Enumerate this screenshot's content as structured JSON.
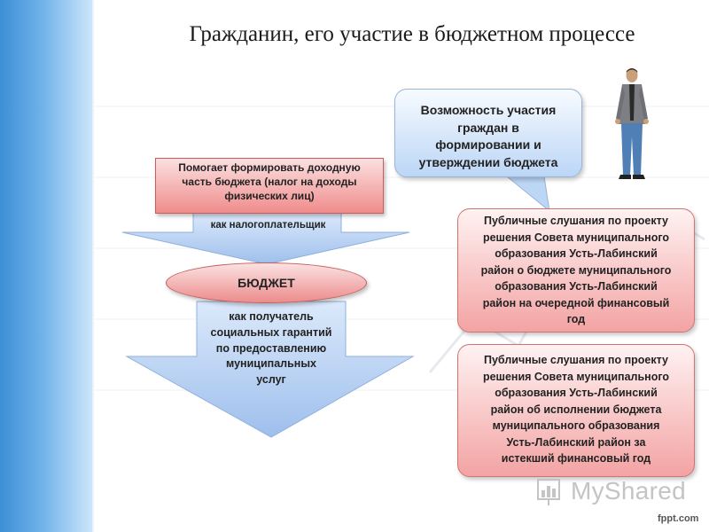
{
  "title": "Гражданин, его участие в бюджетном процессе",
  "left_flow": {
    "tax_box": {
      "lines": [
        "Помогает формировать доходную",
        "часть бюджета (налог на доходы",
        "физических лиц)"
      ]
    },
    "taxpayer_label": "как налогоплательщик",
    "budget_label": "БЮДЖЕТ",
    "recipient_label": {
      "lines": [
        "как получатель",
        "социальных гарантий",
        "по предоставлению",
        "муниципальных",
        "услуг"
      ]
    }
  },
  "callout": {
    "lines": [
      "Возможность участия",
      "граждан в",
      "формировании и",
      "утверждении бюджета"
    ]
  },
  "hearings": [
    {
      "lines": [
        "Публичные слушания по проекту",
        "решения  Совета муниципального",
        "образования Усть-Лабинский",
        "район о бюджете муниципального",
        "образования Усть-Лабинский",
        "район на очередной финансовый",
        "год"
      ]
    },
    {
      "lines": [
        "Публичные слушания по проекту",
        "решения Совета муниципального",
        "образования Усть-Лабинский",
        "район об исполнении  бюджета",
        "муниципального образования",
        "Усть-Лабинский  район за",
        "истекший финансовый год"
      ]
    }
  ],
  "watermark": {
    "text": "MyShared"
  },
  "footer": {
    "brand": "fppt.com"
  },
  "colors": {
    "arrow_blue": "#a9c8ee",
    "box_red": "#f08c8c",
    "callout_blue": "#bcd6f6",
    "band_blue": "#3d8fd6"
  },
  "icons": [
    "person-figure-icon",
    "bar-chart-icon"
  ]
}
